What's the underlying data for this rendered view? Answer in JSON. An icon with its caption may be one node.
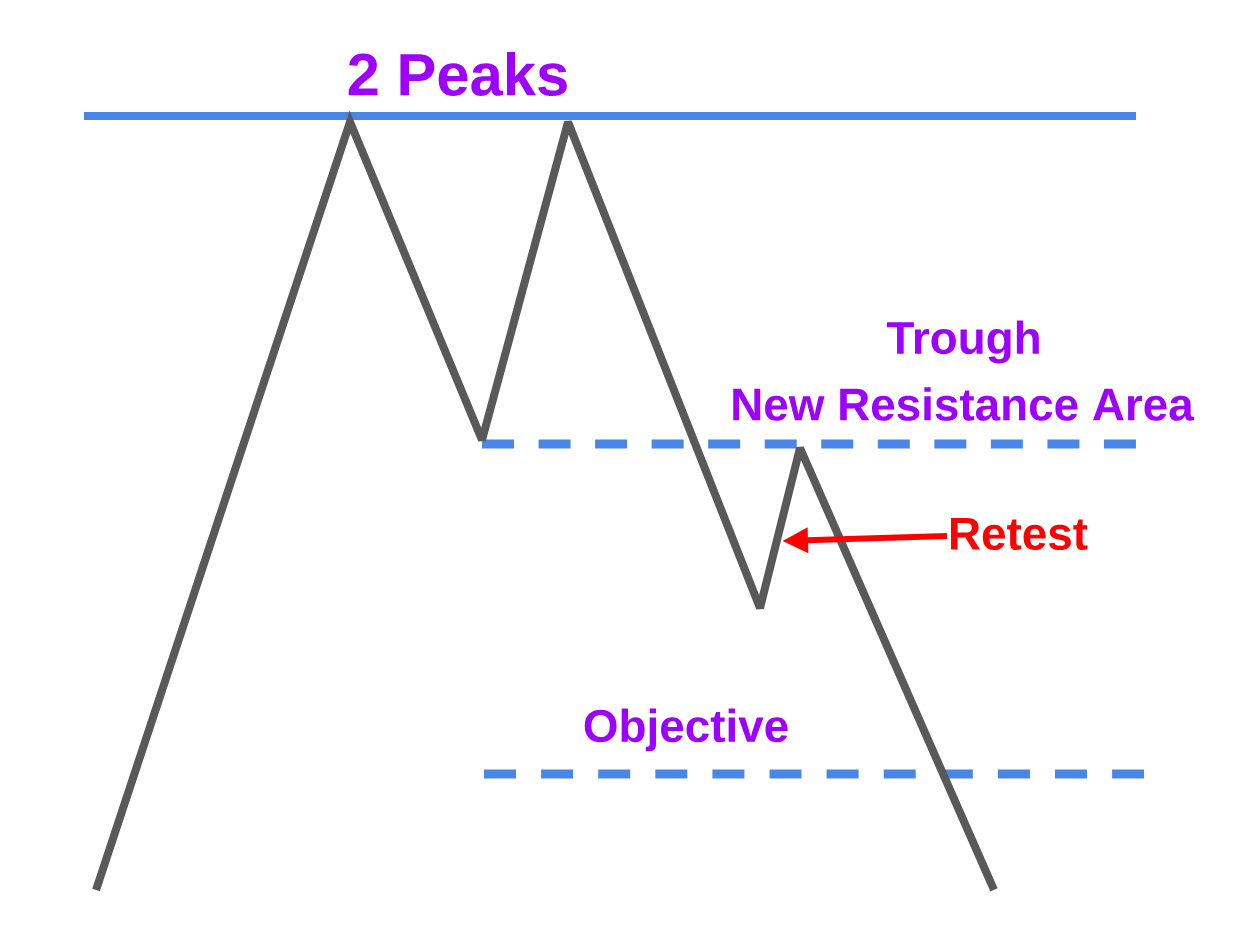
{
  "diagram": {
    "nodes": [
      {
        "text": [
          "Retest"
        ]
      },
      {
        "text": [],
        "shape": "line"
      }
    ],
    "edges": [
      {
        "from": 0,
        "to": 1,
        "arrow": "to",
        "color": "#ff0000"
      }
    ],
    "labels": [
      "2 Peaks",
      "Trough",
      "New Resistance Area",
      "Objective"
    ]
  }
}
